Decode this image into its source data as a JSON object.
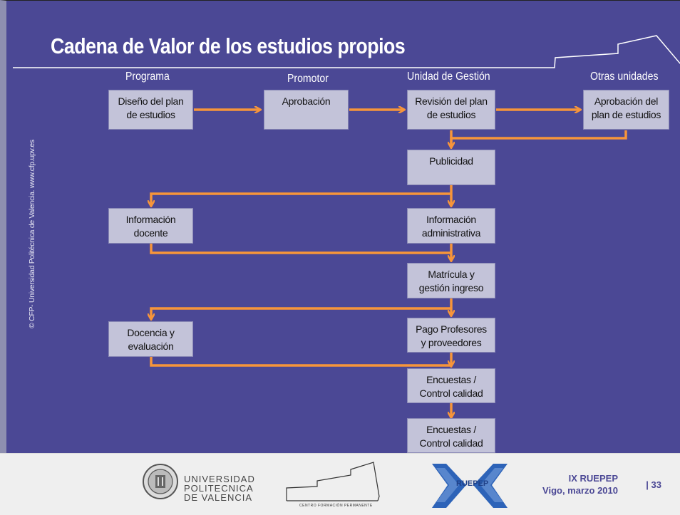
{
  "title": "Cadena de Valor de los estudios propios",
  "copyright": "© CFP- Universidad Politécnica de Valencia. www.cfp.upv.es",
  "columns": {
    "programa": "Programa",
    "promotor": "Promotor",
    "unidad": "Unidad de Gestión",
    "otras": "Otras unidades"
  },
  "boxes": {
    "diseno": [
      "Diseño del plan",
      "de estudios"
    ],
    "aprobacion": [
      "Aprobación"
    ],
    "revision": [
      "Revisión del plan",
      "de estudios"
    ],
    "aprobacion_plan": [
      "Aprobación del",
      "plan de estudios"
    ],
    "publicidad": [
      "Publicidad"
    ],
    "info_docente": [
      "Información",
      "docente"
    ],
    "info_admin": [
      "Información",
      "administrativa"
    ],
    "matricula": [
      "Matrícula y",
      "gestión ingreso"
    ],
    "docencia": [
      "Docencia y",
      "evaluación"
    ],
    "pago": [
      "Pago Profesores",
      "y proveedores"
    ],
    "encuestas1": [
      "Encuestas /",
      "Control calidad"
    ],
    "encuestas2": [
      "Encuestas /",
      "Control calidad"
    ]
  },
  "footer": {
    "upv_logo_text": [
      "UNIVERSIDAD",
      "POLITECNICA",
      "DE VALENCIA"
    ],
    "cfp_logo_text": "CENTRO FORMACIÓN PERMANENTE",
    "ruepep_logo_text": "RUEPEP",
    "event": "IX RUEPEP",
    "place_date": "Vigo, marzo 2010",
    "page_number": "| 33"
  },
  "colors": {
    "background": "#4b4895",
    "box_fill": "#c3c3d9",
    "arrow": "#f7953a",
    "footer_bg": "#efefef"
  }
}
